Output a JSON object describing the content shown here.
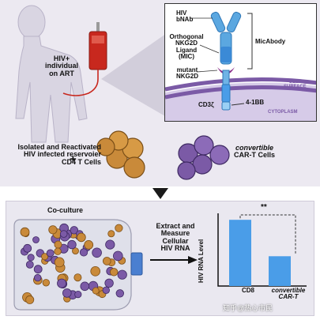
{
  "top": {
    "patient_label_line1": "HIV+",
    "patient_label_line2": "individual",
    "patient_label_line3": "on ART",
    "reservoir_line1": "Isolated and Reactivated",
    "reservoir_line2": "HIV infected reservoier",
    "reservoir_line3": "CD4 T Cells",
    "plus": "+",
    "cart_line1": "convertible",
    "cart_line2": "CAR-T Cells"
  },
  "inset": {
    "bnab_line1": "HIV",
    "bnab_line2": "bNAb",
    "ortho_line1": "Orthogonal",
    "ortho_line2": "NKG2D",
    "ortho_line3": "Ligand",
    "ortho_line4": "(MIC)",
    "mutant_line1": "mutant",
    "mutant_line2": "NKG2D",
    "micabody": "MicAbody",
    "cell_surface_line1": "CELL",
    "cell_surface_line2": "SURFACE",
    "cd3": "CD3ζ",
    "bb41": "4-1BB",
    "cytoplasm": "CYTOPLASM"
  },
  "bottom": {
    "coculture": "Co-culture",
    "extract_line1": "Extract and",
    "extract_line2": "Measure",
    "extract_line3": "Cellular",
    "extract_line4": "HIV RNA",
    "watermark": "知乎@热心市民"
  },
  "chart_data": {
    "type": "bar",
    "categories": [
      "CD8",
      "convertible CAR-T"
    ],
    "category_labels": [
      {
        "line1": "CD8",
        "line2": ""
      },
      {
        "line1": "convertible",
        "line2": "CAR-T"
      }
    ],
    "values": [
      1.0,
      0.45
    ],
    "ylabel": "HIV RNA Level",
    "xlabel": "",
    "significance": "**",
    "bar_color": "#4a9de8",
    "ylim": [
      0,
      1.05
    ]
  },
  "colors": {
    "panel_bg": "#ece9f1",
    "purple": "#7b5aa6",
    "orange": "#c98a3a",
    "blue": "#4a9de8",
    "blood_red": "#c0392b"
  }
}
